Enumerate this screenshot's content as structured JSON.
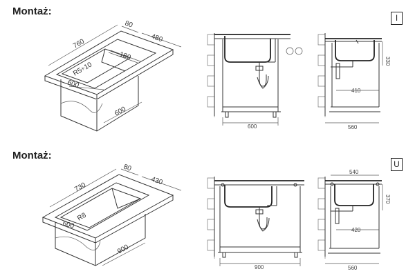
{
  "sections": [
    {
      "title": "Montaż:",
      "mount_type": "I",
      "dims_3d": [
        "760",
        "80",
        "480",
        "180",
        "R5÷10",
        "600",
        "600"
      ],
      "dims_front": [
        "600"
      ],
      "dims_side": [
        "330",
        "410",
        "560"
      ]
    },
    {
      "title": "Montaż:",
      "mount_type": "U",
      "dims_3d": [
        "730",
        "80",
        "430",
        "R8",
        "600",
        "900"
      ],
      "dims_front": [
        "900"
      ],
      "dims_side": [
        "540",
        "370",
        "420",
        "560"
      ]
    }
  ]
}
